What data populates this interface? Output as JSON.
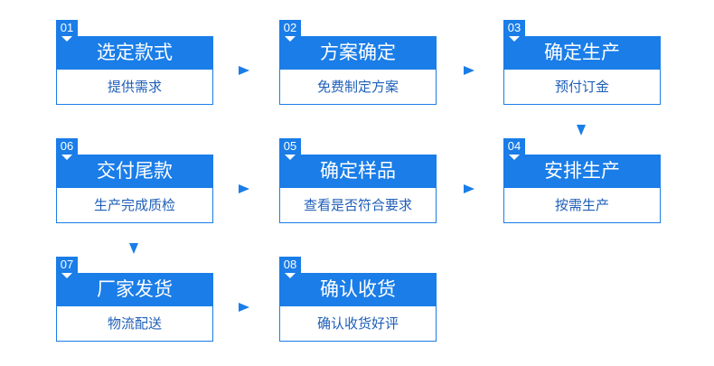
{
  "steps": [
    {
      "num": "01",
      "title": "选定款式",
      "sub": "提供需求"
    },
    {
      "num": "02",
      "title": "方案确定",
      "sub": "免费制定方案"
    },
    {
      "num": "03",
      "title": "确定生产",
      "sub": "预付订金"
    },
    {
      "num": "04",
      "title": "安排生产",
      "sub": "按需生产"
    },
    {
      "num": "05",
      "title": "确定样品",
      "sub": "查看是否符合要求"
    },
    {
      "num": "06",
      "title": "交付尾款",
      "sub": "生产完成质检"
    },
    {
      "num": "07",
      "title": "厂家发货",
      "sub": "物流配送"
    },
    {
      "num": "08",
      "title": "确认收货",
      "sub": "确认收货好评"
    }
  ],
  "colors": {
    "primary": "#1a7de8",
    "sub_text": "#1f5fb8"
  },
  "icons": {
    "flow_arrow": "triangle-arrow-icon"
  }
}
